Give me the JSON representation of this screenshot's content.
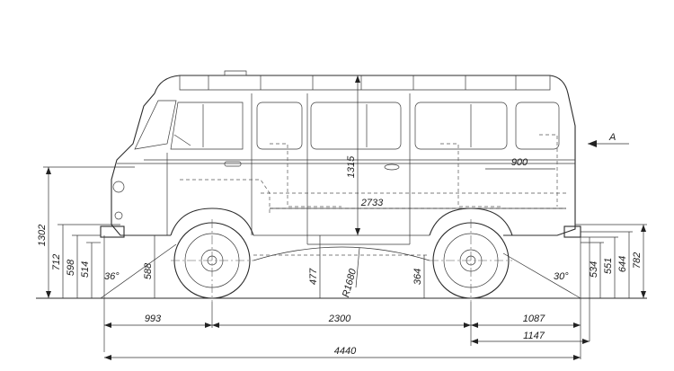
{
  "dimensions": {
    "h_1302": "1302",
    "h_712": "712",
    "h_598": "598",
    "h_514": "514",
    "h_588": "588",
    "h_1315": "1315",
    "h_477": "477",
    "h_364": "364",
    "h_534": "534",
    "h_551": "551",
    "h_644": "644",
    "h_782": "782",
    "w_900": "900",
    "w_2733": "2733",
    "w_993": "993",
    "w_2300": "2300",
    "w_1087": "1087",
    "w_1147": "1147",
    "w_4440": "4440",
    "radius_r1680": "R1680"
  },
  "angles": {
    "approach": "36°",
    "departure": "30°"
  },
  "view_marker": "A"
}
